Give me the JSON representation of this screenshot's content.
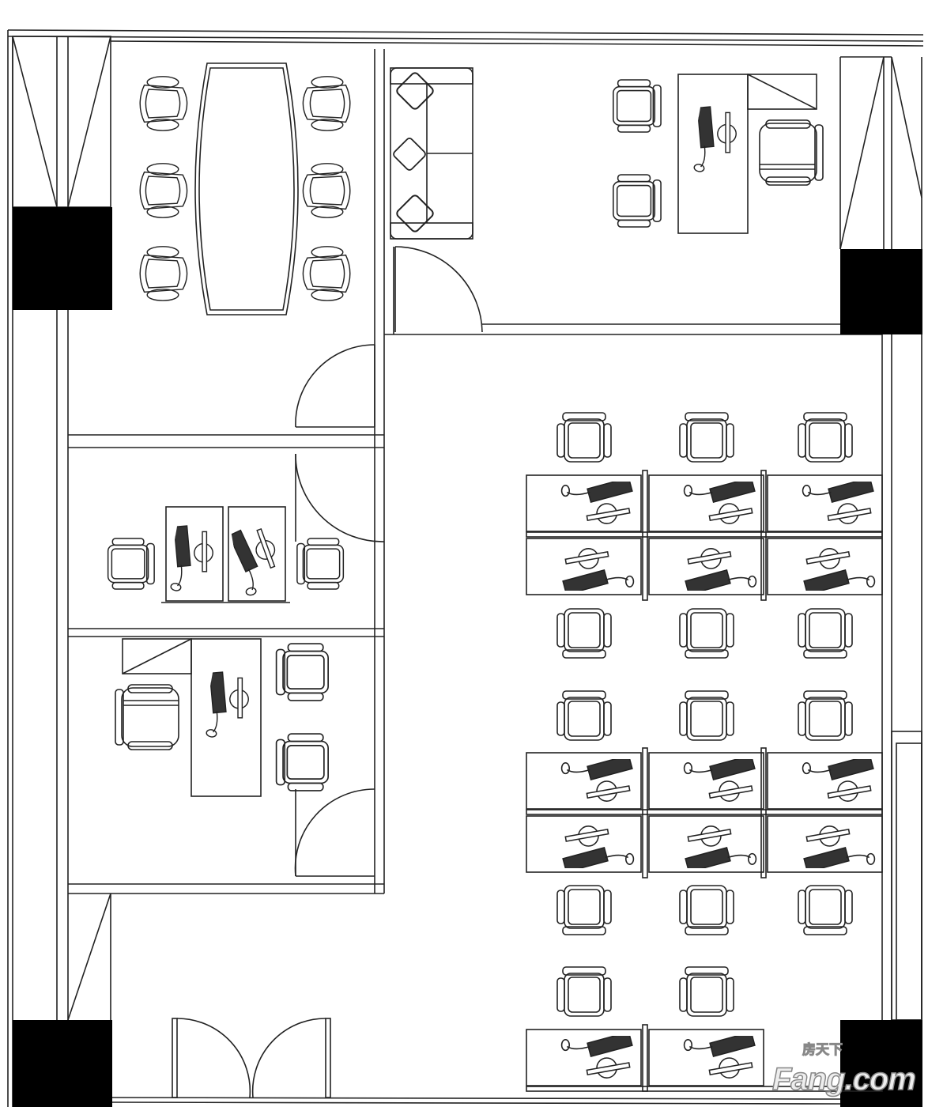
{
  "plan": {
    "type": "office floor plan"
  },
  "watermark": {
    "chinese": "房天下",
    "brand": "Fang.com"
  },
  "colors": {
    "line": "#222222",
    "pillar": "#000000",
    "background": "#ffffff"
  }
}
